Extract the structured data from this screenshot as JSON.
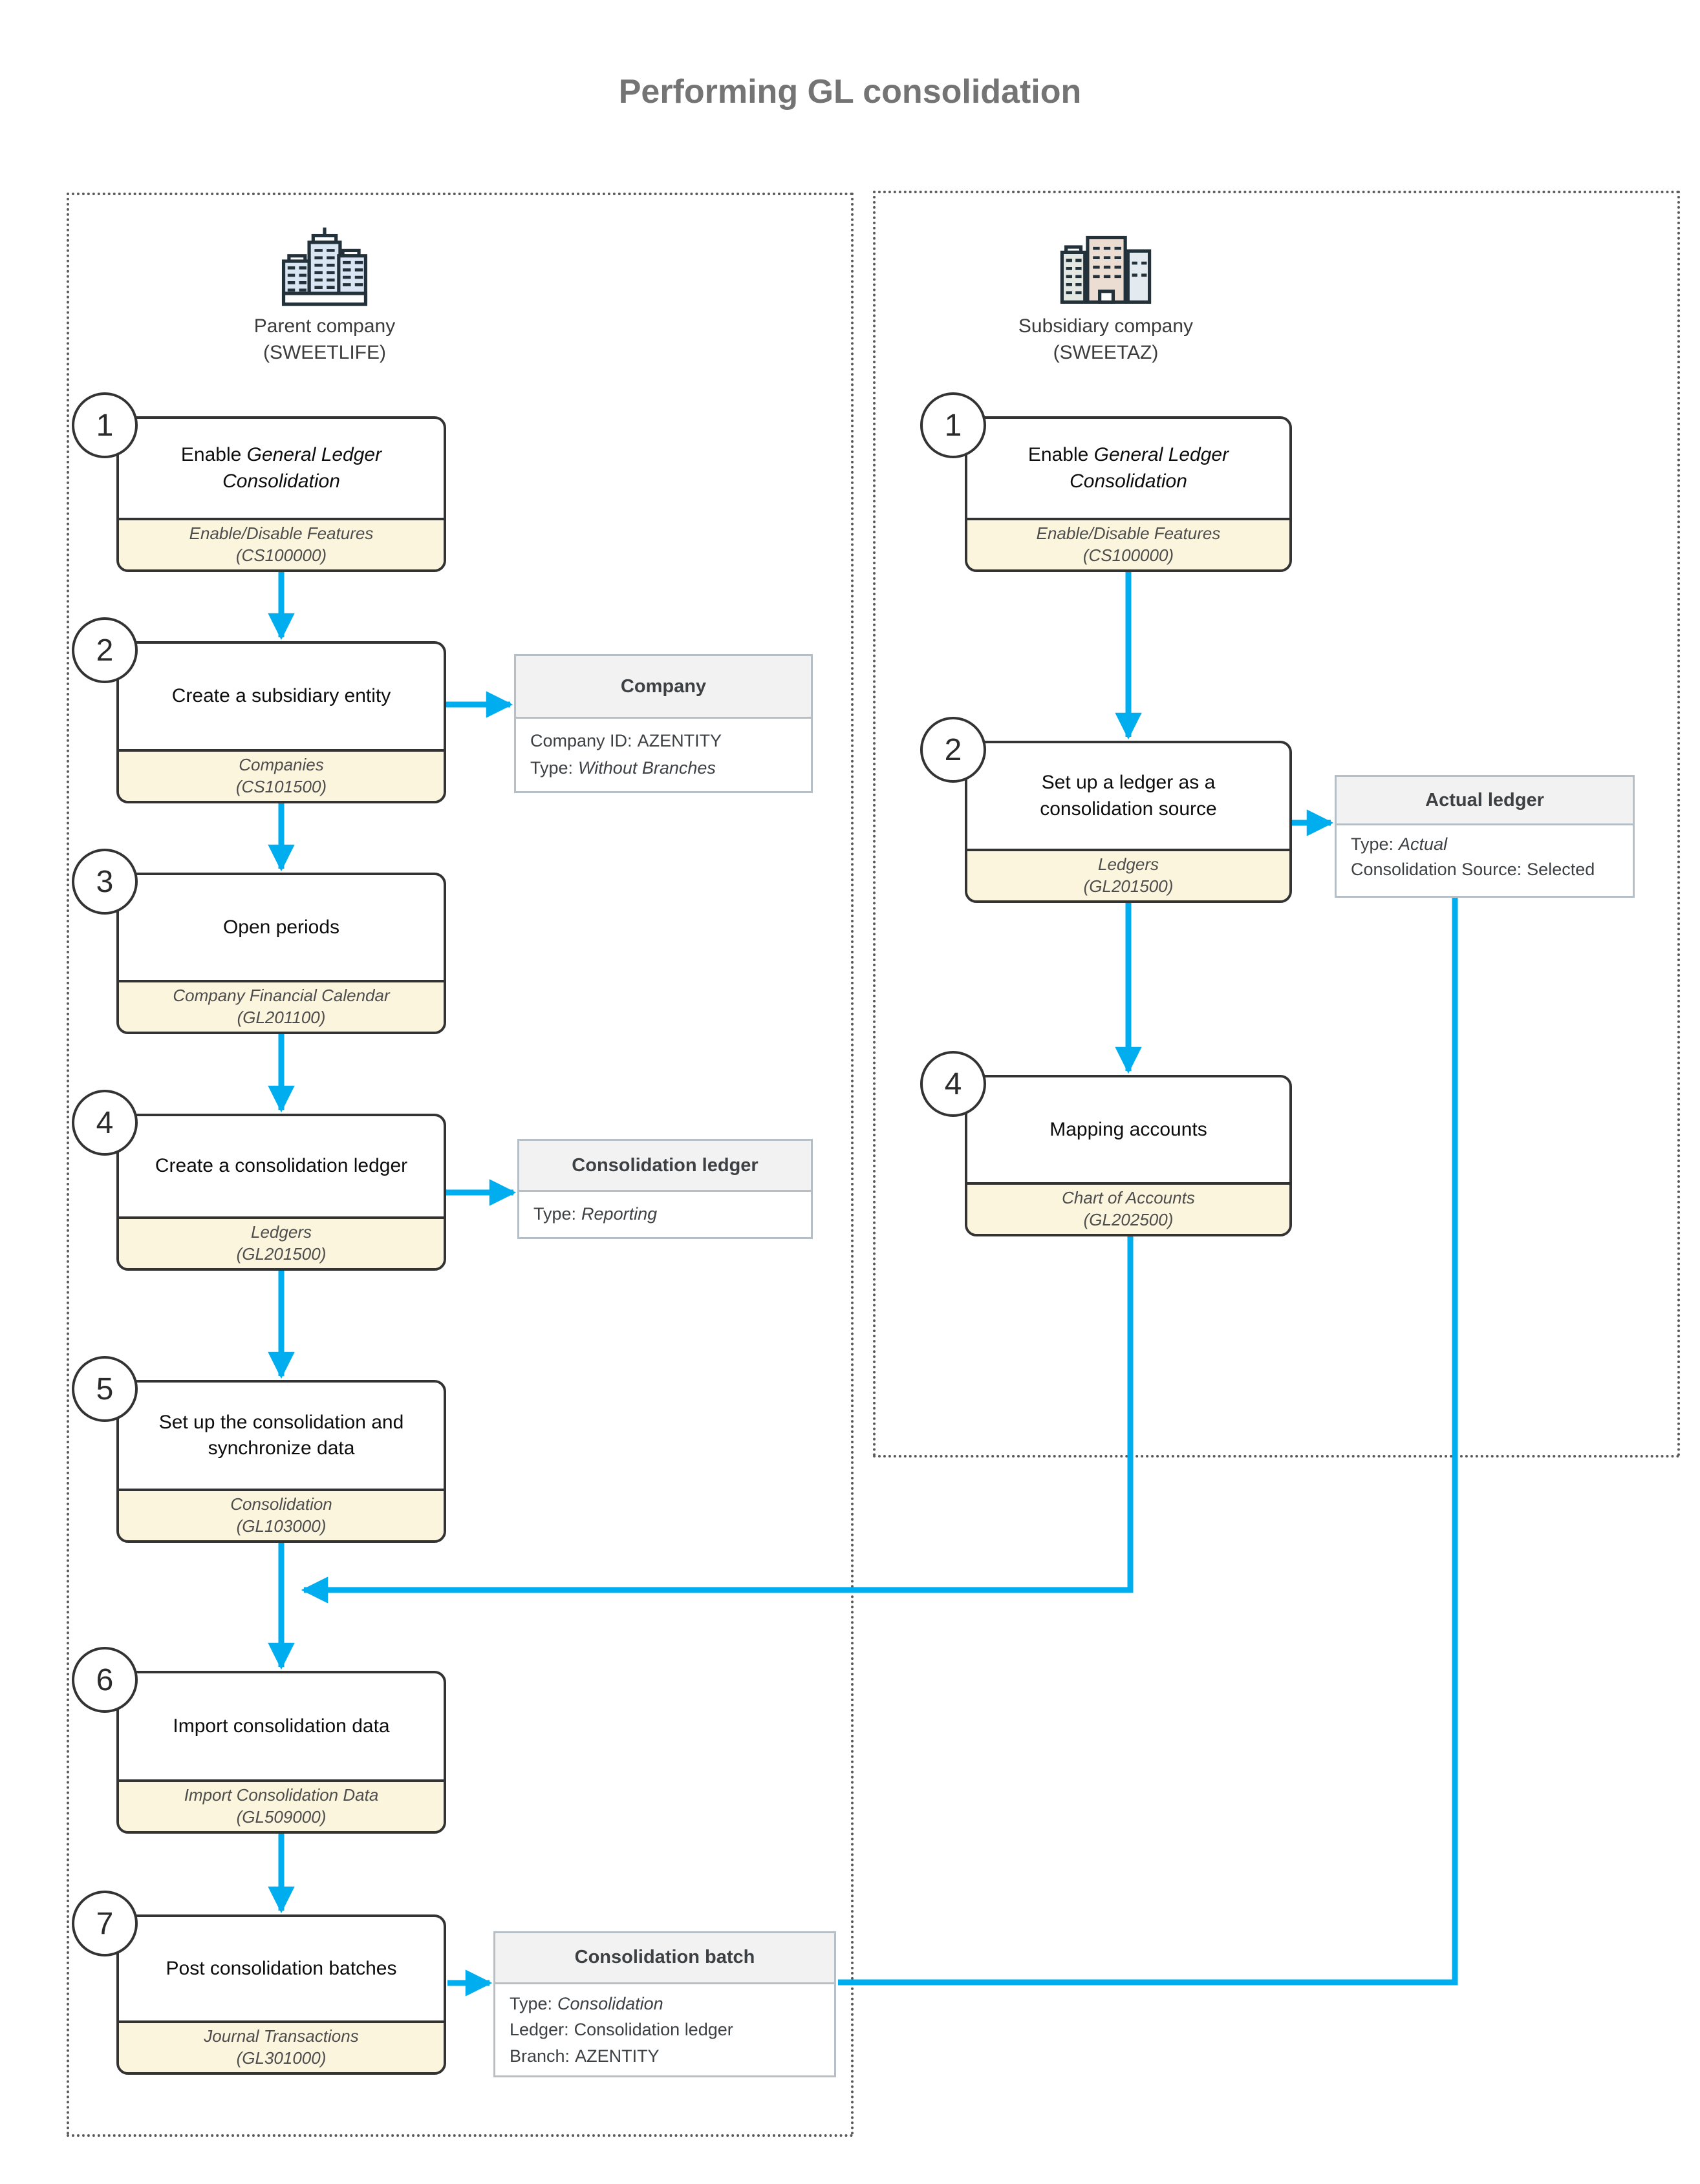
{
  "title": "Performing GL consolidation",
  "colors": {
    "accent_arrow": "#00AEEF",
    "step_border": "#333333",
    "footer_bg": "#FCF5DD",
    "callout_border": "#B7BFC6",
    "callout_header_bg": "#F2F2F2",
    "container_dots": "#5A5A5A",
    "title_color": "#747474"
  },
  "columns": {
    "parent": {
      "name": "Parent company",
      "id": "(SWEETLIFE)",
      "icon": "city-buildings-blue-icon"
    },
    "subsidiary": {
      "name": "Subsidiary company",
      "id": "(SWEETAZ)",
      "icon": "city-buildings-tan-icon"
    }
  },
  "parent_steps": [
    {
      "num": "1",
      "label_prefix": "Enable ",
      "label_italic": "General Ledger Consolidation",
      "screen": "Enable/Disable Features",
      "code": "(CS100000)"
    },
    {
      "num": "2",
      "label": "Create a subsidiary entity",
      "screen": "Companies",
      "code": "(CS101500)"
    },
    {
      "num": "3",
      "label": "Open periods",
      "screen": "Company Financial Calendar",
      "code": "(GL201100)"
    },
    {
      "num": "4",
      "label": "Create a consolidation ledger",
      "screen": "Ledgers",
      "code": "(GL201500)"
    },
    {
      "num": "5",
      "label": "Set up the consolidation and synchronize data",
      "screen": "Consolidation",
      "code": "(GL103000)"
    },
    {
      "num": "6",
      "label": "Import consolidation data",
      "screen": "Import Consolidation Data",
      "code": "(GL509000)"
    },
    {
      "num": "7",
      "label": "Post consolidation batches",
      "screen": "Journal Transactions",
      "code": "(GL301000)"
    }
  ],
  "subsidiary_steps": [
    {
      "num": "1",
      "label_prefix": "Enable ",
      "label_italic": "General Ledger Consolidation",
      "screen": "Enable/Disable Features",
      "code": "(CS100000)"
    },
    {
      "num": "2",
      "label": "Set up a ledger as a consolidation source",
      "screen": "Ledgers",
      "code": "(GL201500)"
    },
    {
      "num": "4",
      "label": "Mapping accounts",
      "screen": "Chart of Accounts",
      "code": "(GL202500)"
    }
  ],
  "callouts": {
    "company": {
      "title": "Company",
      "lines": [
        {
          "label": "Company ID:",
          "value": "AZENTITY"
        },
        {
          "label": "Type:",
          "value": "Without Branches"
        }
      ]
    },
    "consolidation_ledger": {
      "title": "Consolidation ledger",
      "lines": [
        {
          "label": "Type:",
          "value": "Reporting"
        }
      ]
    },
    "actual_ledger": {
      "title": "Actual ledger",
      "lines": [
        {
          "label": "Type:",
          "value": "Actual"
        },
        {
          "label": "Consolidation Source:",
          "value": "Selected"
        }
      ]
    },
    "consolidation_batch": {
      "title": "Consolidation batch",
      "lines": [
        {
          "label": "Type:",
          "value": "Consolidation"
        },
        {
          "label": "Ledger:",
          "value": "Consolidation ledger"
        },
        {
          "label": "Branch:",
          "value": "AZENTITY"
        }
      ]
    }
  }
}
